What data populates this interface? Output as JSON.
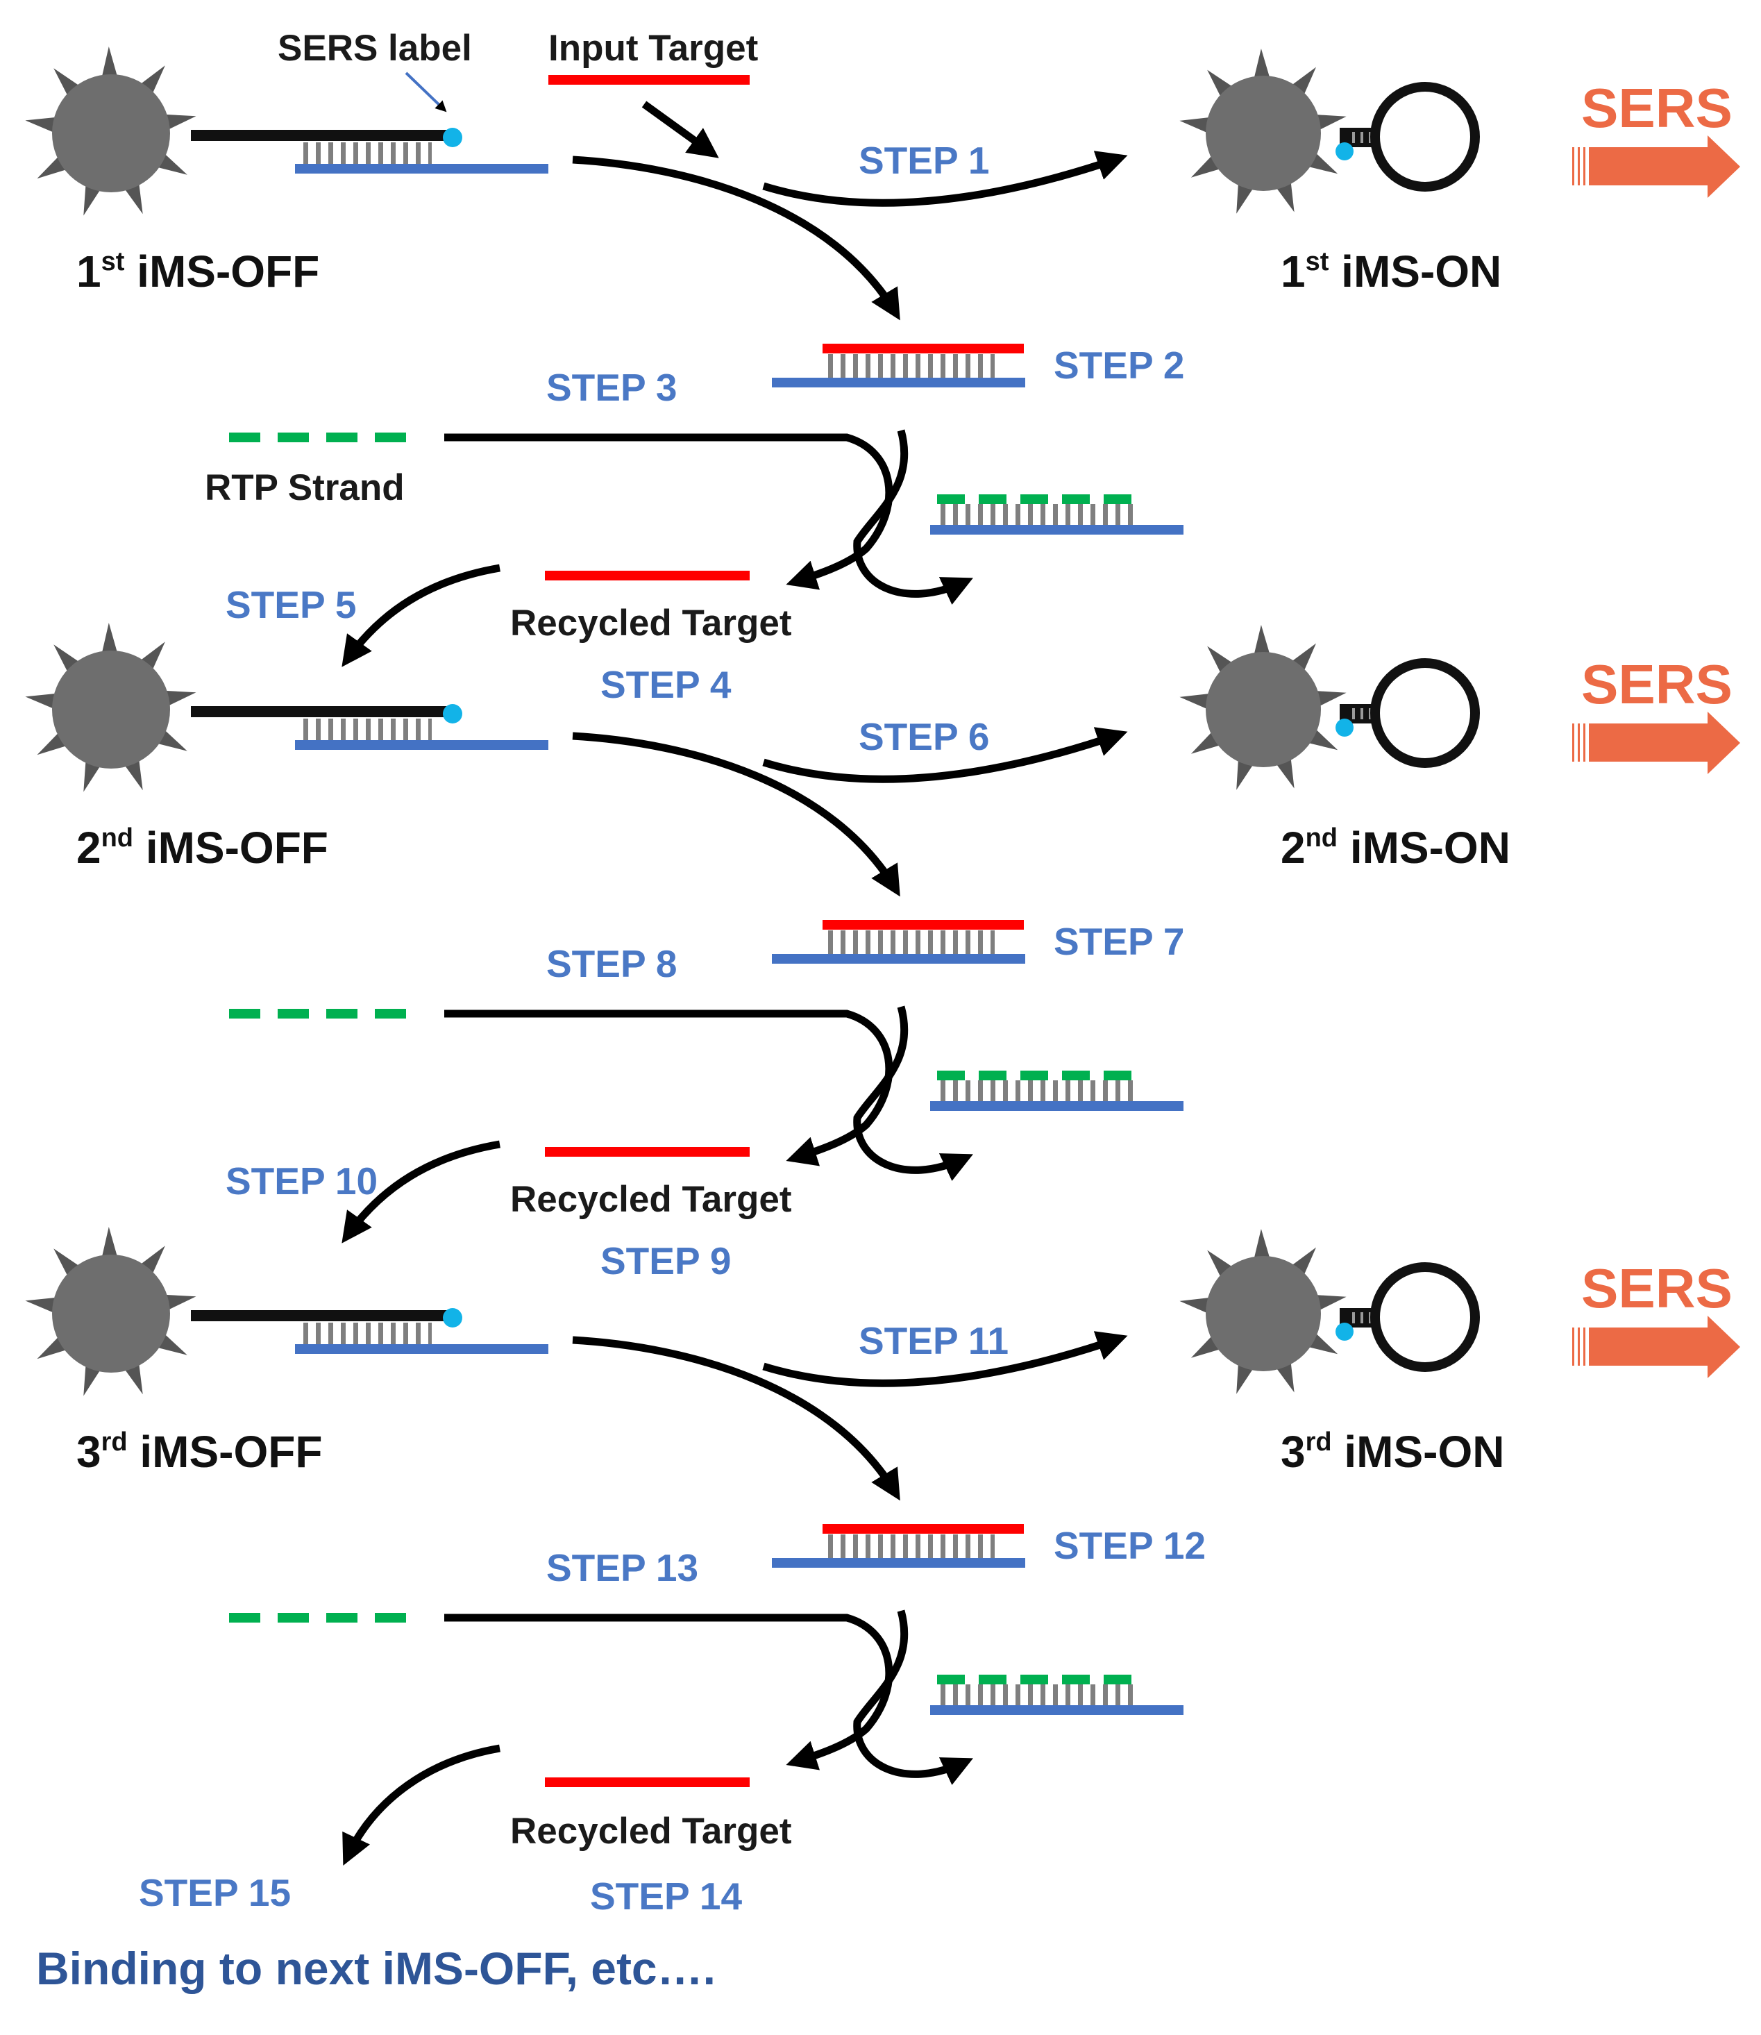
{
  "colors": {
    "target_red": "#ff0000",
    "probe_blue": "#4472c4",
    "rtp_green": "#00b050",
    "label_cyan": "#12b3e8",
    "step_blue": "#4a78c5",
    "sers_orange": "#ec6a45",
    "nanoparticle_gray": "#6e6e6e",
    "footer_blue": "#2e5597"
  },
  "icons": [
    "nanostar-icon",
    "hairpin-icon",
    "sers-arrow-icon",
    "sers-label-dot-icon"
  ],
  "labels": {
    "sers_label": "SERS label",
    "input_target": "Input Target",
    "rtp_strand": "RTP Strand",
    "recycled_target": "Recycled Target",
    "sers": "SERS",
    "footer": "Binding to next iMS-OFF, etc…."
  },
  "cycles": [
    {
      "num": "1",
      "sup": "st",
      "off_suffix": " iMS-OFF",
      "on_suffix": " iMS-ON",
      "steps": {
        "a": "STEP 1",
        "b": "STEP 2",
        "c": "STEP 3",
        "d": "STEP 4",
        "e": "STEP 5"
      }
    },
    {
      "num": "2",
      "sup": "nd",
      "off_suffix": " iMS-OFF",
      "on_suffix": " iMS-ON",
      "steps": {
        "a": "STEP 6",
        "b": "STEP 7",
        "c": "STEP 8",
        "d": "STEP 9",
        "e": "STEP 10"
      }
    },
    {
      "num": "3",
      "sup": "rd",
      "off_suffix": " iMS-OFF",
      "on_suffix": " iMS-ON",
      "steps": {
        "a": "STEP 11",
        "b": "STEP 12",
        "c": "STEP 13",
        "d": "STEP 14",
        "e": "STEP 15"
      }
    }
  ]
}
